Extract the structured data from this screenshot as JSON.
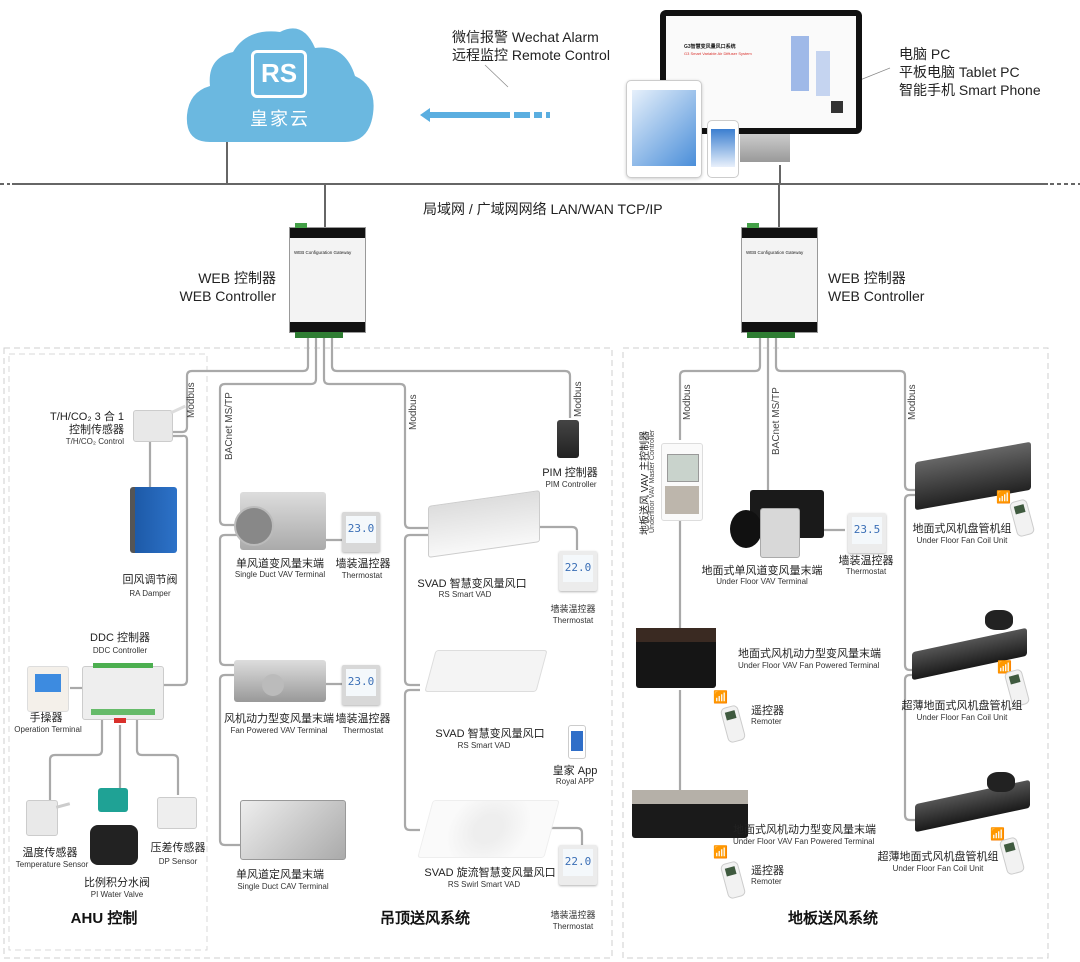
{
  "cloud": {
    "name": "皇家云",
    "logo_text": "RS"
  },
  "remote_access": {
    "line1": "微信报警 Wechat Alarm",
    "line2": "远程监控 Remote Control"
  },
  "clients": {
    "line1": "电脑 PC",
    "line2": "平板电脑 Tablet PC",
    "line3": "智能手机 Smart Phone"
  },
  "monitor_screen": {
    "title_cn": "G3智慧变风量风口系统",
    "title_en": "G3 Smart Variable Air Diffuser System"
  },
  "network": {
    "label": "局域网 / 广域网网络 LAN/WAN TCP/IP"
  },
  "web_controller_left": {
    "cn": "WEB 控制器",
    "en": "WEB Controller",
    "panel_text": "WEB Configuration Gateway"
  },
  "web_controller_right": {
    "cn": "WEB 控制器",
    "en": "WEB Controller",
    "panel_text": "WEB Configuration Gateway"
  },
  "protocols": {
    "modbus": "Modbus",
    "bacnet": "BACnet MS/TP"
  },
  "ahu": {
    "title": "AHU 控制",
    "sensor_3in1": {
      "cn1": "T/H/CO₂ 3 合 1",
      "cn2": "控制传感器",
      "en": "T/H/CO₂ Control"
    },
    "ra_damper": {
      "cn": "回风调节阀",
      "en": "RA Damper"
    },
    "ddc": {
      "cn": "DDC 控制器",
      "en": "DDC Controller"
    },
    "operation_terminal": {
      "cn": "手操器",
      "en": "Operation Terminal"
    },
    "temp_sensor": {
      "cn": "温度传感器",
      "en": "Temperature Sensor"
    },
    "pi_valve": {
      "cn": "比例积分水阀",
      "en": "PI Water Valve"
    },
    "dp_sensor": {
      "cn": "压差传感器",
      "en": "DP Sensor"
    }
  },
  "ceiling": {
    "title": "吊顶送风系统",
    "single_duct_vav": {
      "cn": "单风道变风量末端",
      "en": "Single Duct VAV Terminal"
    },
    "fan_powered_vav": {
      "cn": "风机动力型变风量末端",
      "en": "Fan Powered VAV  Terminal"
    },
    "single_duct_cav": {
      "cn": "单风道定风量末端",
      "en": "Single Duct CAV Terminal"
    },
    "svad_linear": {
      "cn": "SVAD 智慧变风量风口",
      "en": "RS  Smart VAD"
    },
    "svad_square": {
      "cn": "SVAD 智慧变风量风口",
      "en": "RS  Smart VAD"
    },
    "svad_swirl": {
      "cn": "SVAD 旋流智慧变风量风口",
      "en": "RS Swirl Smart VAD"
    },
    "pim": {
      "cn": "PIM 控制器",
      "en": "PIM Controller"
    },
    "royal_app": {
      "cn": "皇家 App",
      "en": "Royal APP"
    },
    "thermostat": {
      "cn": "墙装温控器",
      "en": "Thermostat"
    },
    "thermo_readings": [
      "23.0",
      "23.0",
      "22.0",
      "22.0"
    ]
  },
  "floor": {
    "title": "地板送风系统",
    "master_controller": {
      "cn": "地板送风 VAV 主控制器",
      "en": "Underfloor VAV Master Controller"
    },
    "uf_vav_terminal": {
      "cn": "地面式单风道变风量末端",
      "en": "Under Floor VAV Terminal"
    },
    "thermostat": {
      "cn": "墙装温控器",
      "en": "Thermostat",
      "reading": "23.5"
    },
    "uf_fan_powered_1": {
      "cn": "地面式风机动力型变风量末端",
      "en": "Under Floor VAV Fan Powered Terminal"
    },
    "uf_fan_powered_2": {
      "cn": "地面式风机动力型变风量末端",
      "en": "Under Floor VAV Fan Powered Terminal"
    },
    "remoter": {
      "cn": "遥控器",
      "en": "Remoter"
    },
    "uf_fcu": {
      "cn": "地面式风机盘管机组",
      "en": "Under Floor Fan Coil Unit"
    },
    "uf_fcu_slim_1": {
      "cn": "超薄地面式风机盘管机组",
      "en": "Under Floor Fan Coil Unit"
    },
    "uf_fcu_slim_2": {
      "cn": "超薄地面式风机盘管机组",
      "en": "Under Floor Fan Coil Unit"
    }
  },
  "colors": {
    "cloud": "#6bb8e0",
    "arrow": "#5aaee0",
    "wire": "#a9a9a9",
    "bus": "#666666",
    "dash": "#cfcfcf",
    "brand_red": "#d9302b"
  }
}
